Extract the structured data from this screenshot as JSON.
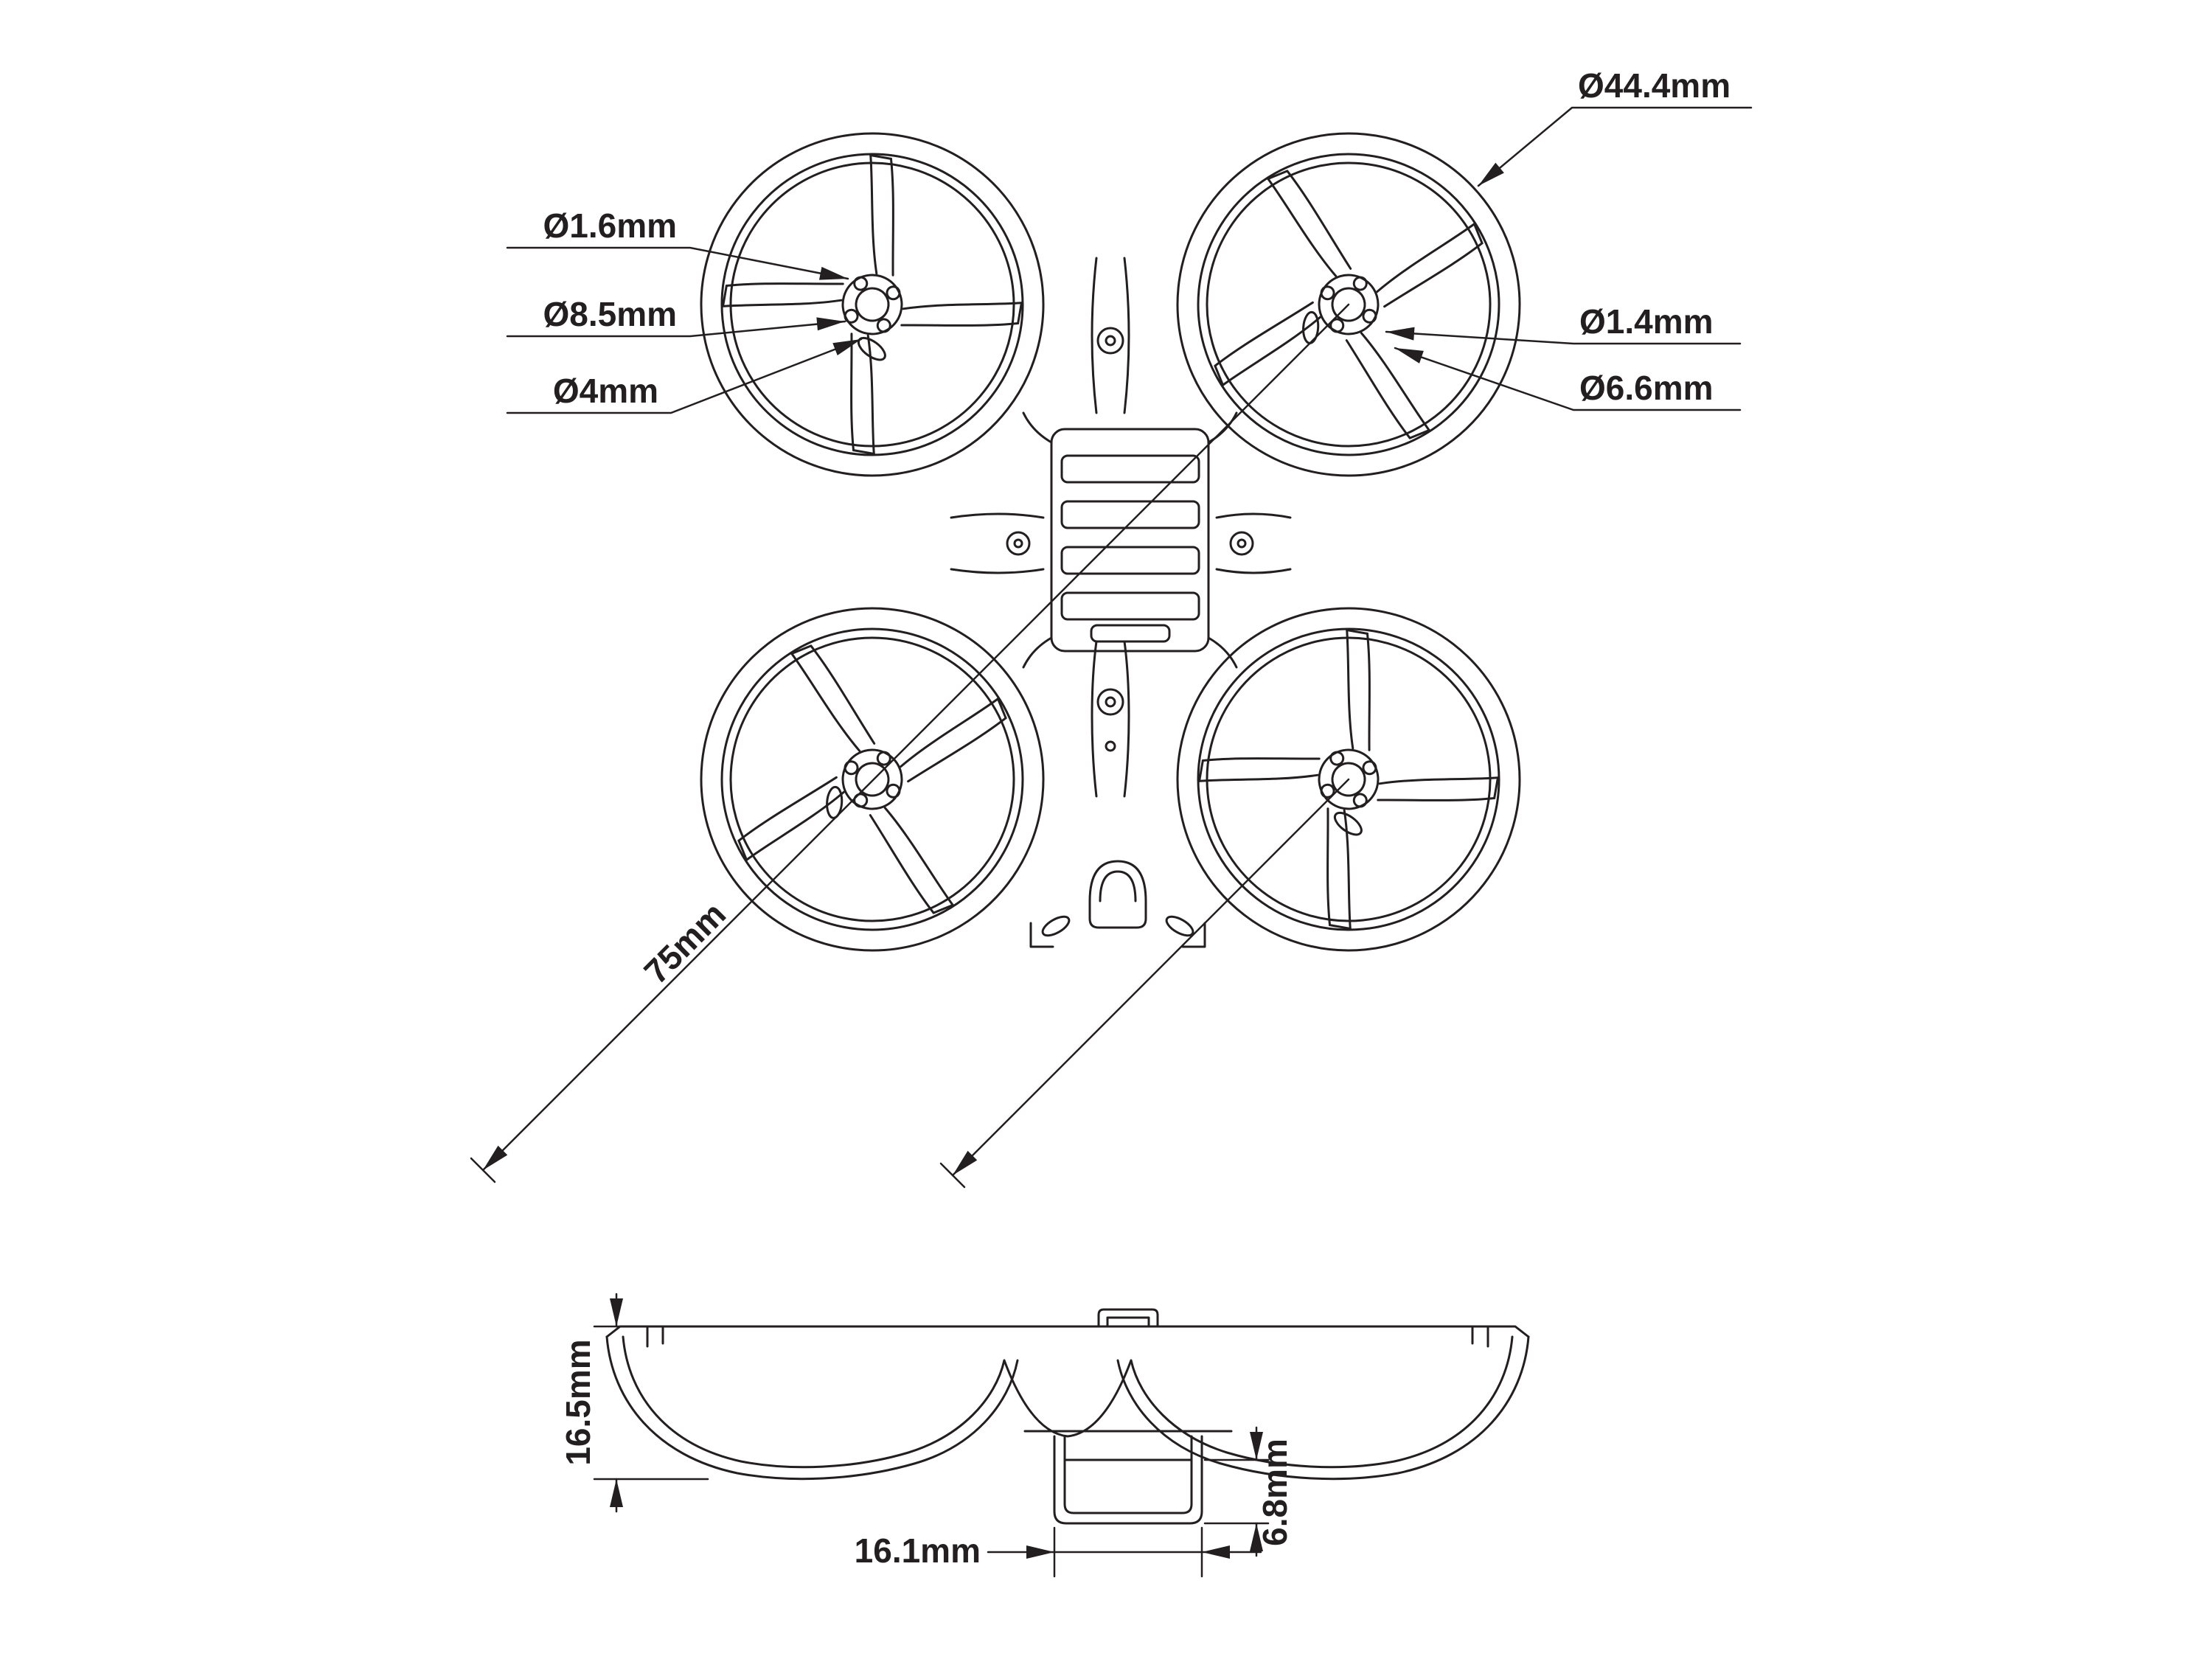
{
  "drawing": {
    "subject": "whoop micro quadcopter frame technical drawing",
    "line_color": "#231f20",
    "background": "#ffffff"
  },
  "top_view": {
    "duct_outer_diameter": "Ø44.4mm",
    "blade_hole_diameter": "Ø1.6mm",
    "hub_outer_diameter": "Ø8.5mm",
    "hub_bore_diameter": "Ø4mm",
    "mount_hole_diameter": "Ø1.4mm",
    "mount_boss_diameter": "Ø6.6mm",
    "diagonal_wheelbase": "75mm"
  },
  "side_view": {
    "frame_height": "16.5mm",
    "battery_slot_width": "16.1mm",
    "battery_slot_depth": "6.8mm"
  }
}
